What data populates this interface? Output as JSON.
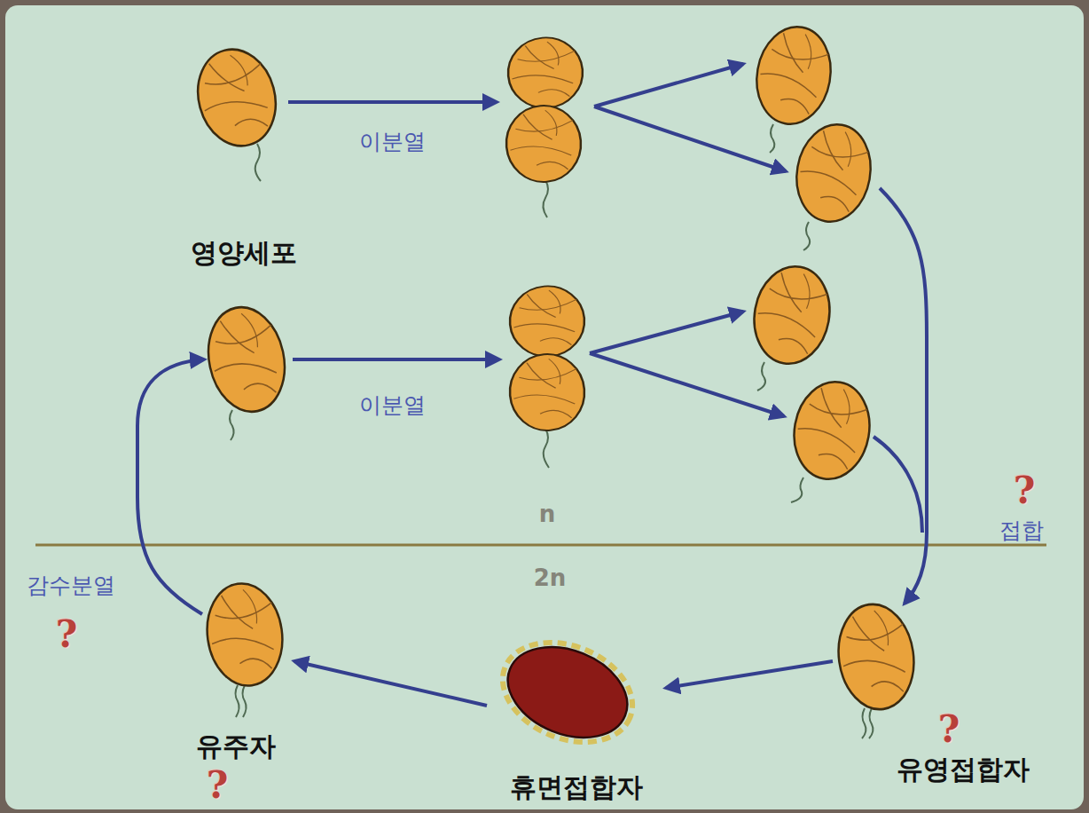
{
  "diagram": {
    "nodes": [
      {
        "text": [
          "영양세포"
        ]
      },
      {
        "text": [
          "유주자"
        ]
      },
      {
        "text": [
          "유영접합자"
        ]
      },
      {
        "text": [
          "휴면접합자"
        ]
      }
    ],
    "edges": [
      {
        "from": 2,
        "to": 3,
        "arrow": "to"
      },
      {
        "from": 3,
        "to": 1,
        "arrow": "to"
      }
    ],
    "labels": [
      "이분열",
      "이분열",
      "n",
      "?",
      "접합",
      "2n",
      "감수분열",
      "?",
      "?",
      "?"
    ]
  }
}
